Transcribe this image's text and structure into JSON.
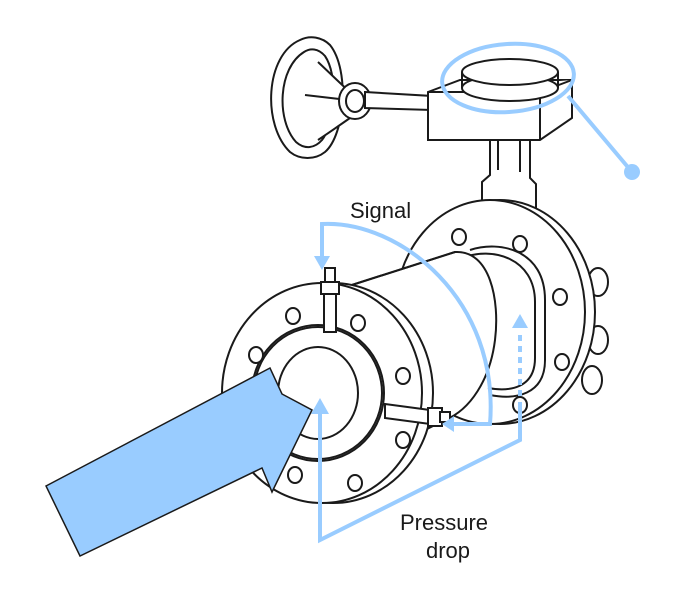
{
  "labels": {
    "signal": "Signal",
    "pressure_line1": "Pressure",
    "pressure_line2": "drop"
  },
  "colors": {
    "accent": "#99ccff",
    "accent_dark": "#86bdf5",
    "outline": "#1a1a1a",
    "fill": "#ffffff",
    "shade": "#d9d9d9"
  }
}
